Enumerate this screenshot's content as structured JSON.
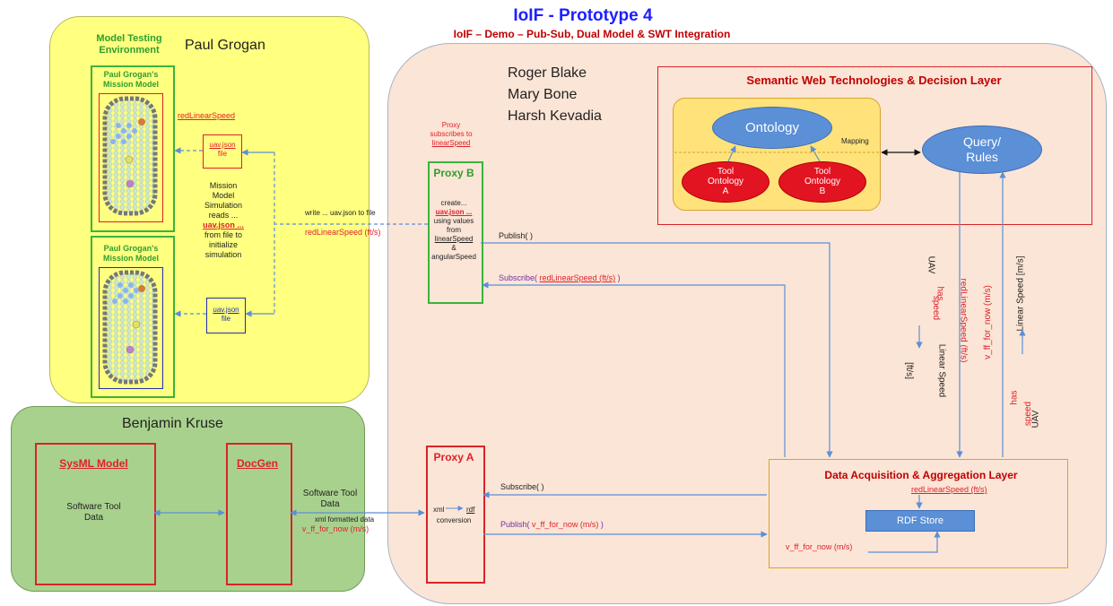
{
  "header": {
    "title": "IoIF - Prototype 4",
    "subtitle": "IoIF – Demo – Pub-Sub, Dual Model & SWT Integration"
  },
  "grogan": {
    "name": "Paul Grogan",
    "env_label": "Model Testing Environment",
    "model1_title": "Paul Grogan's Mission Model",
    "model2_title": "Paul Grogan's Mission Model",
    "red_speed": "redLinearSpeed",
    "file1": [
      "uav.json",
      "file"
    ],
    "file2": [
      "uav.json",
      "file"
    ],
    "sim_text": [
      "Mission",
      "Model",
      "Simulation",
      "reads ...",
      "uav.json ...",
      "from file to",
      "initialize",
      "simulation"
    ]
  },
  "kruse": {
    "name": "Benjamin Kruse",
    "sysml_title": "SysML Model",
    "sysml_body": [
      "Software Tool",
      "Data"
    ],
    "docgen_title": "DocGen",
    "transfer": [
      "Software Tool",
      "Data"
    ],
    "xml_label": "xml formatted data",
    "vff": "v_ff_for_now (m/s)"
  },
  "blake": {
    "names": [
      "Roger Blake",
      "Mary Bone",
      "Harsh Kevadia"
    ],
    "proxy_note": [
      "Proxy",
      "subscribes to",
      "linearSpeed"
    ],
    "proxyb_title": "Proxy B",
    "proxyb_body": [
      "create...",
      "uav.json ...",
      "using values",
      "from",
      "linearSpeed",
      "&",
      "angularSpeed"
    ],
    "write_label": "write ... uav.json to file",
    "write_red": "redLinearSpeed (ft/s)",
    "publish_b": "Publish( )",
    "subscribe_b_prefix": "Subscribe(",
    "subscribe_b_red": "redLinearSpeed (ft/s)",
    "subscribe_b_suffix": ")",
    "proxya_title": "Proxy A",
    "xml": "xml",
    "rdf": "rdf",
    "conversion": "conversion",
    "subscribe_a": "Subscribe( )",
    "publish_a_prefix": "Publish(",
    "publish_a_red": "v_ff_for_now (m/s)",
    "publish_a_suffix": ")"
  },
  "swt": {
    "title": "Semantic Web Technologies & Decision Layer",
    "ontology": "Ontology",
    "mapping": "Mapping",
    "tool_a": [
      "Tool",
      "Ontology",
      "A"
    ],
    "tool_b": [
      "Tool",
      "Ontology",
      "B"
    ],
    "query": [
      "Query/",
      "Rules"
    ]
  },
  "data_layer": {
    "title": "Data Acquisition & Aggregation Layer",
    "red_speed": "redLinearSpeed (ft/s)",
    "rdf_store": "RDF Store",
    "vff": "v_ff_for_now (m/s)"
  },
  "vertical": {
    "v1_uav": "UAV",
    "v1_has": "has",
    "v1_speed": "speed",
    "v1_linear": "Linear Speed",
    "v1_unit": "[ft/s]",
    "v2": "redLinearSpeed (ft/s)",
    "v3": "v_ff_for_now (m/s)",
    "v4_uav": "UAV",
    "v4_has": "has",
    "v4_speed": "speed",
    "v4_linear": "Linear Speed [m/s]"
  },
  "colors": {
    "yellow_bg": "#ffff80",
    "green_bg": "#a9d18e",
    "peach_bg": "#fbe5d6",
    "red": "#e0202a",
    "blue_ellipse": "#5b8fd6",
    "red_ellipse": "#e31422",
    "title_blue": "#1f1fff",
    "gold": "#d6a42c"
  }
}
